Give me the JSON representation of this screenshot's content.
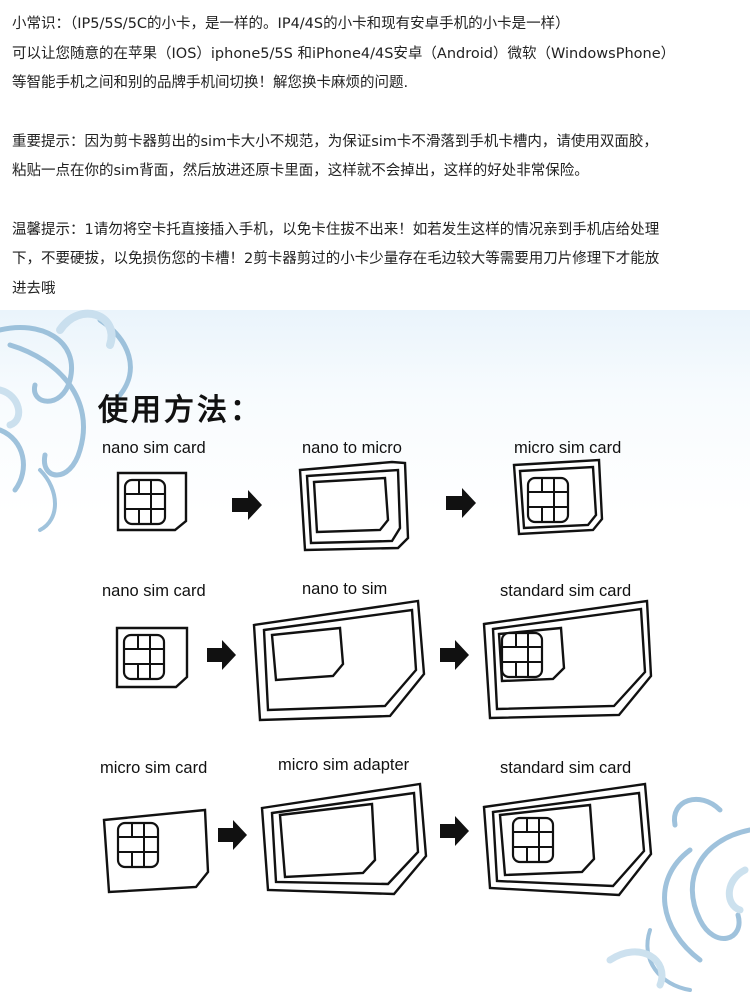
{
  "paragraphs": {
    "tip_1": "小常识：（IP5/5S/5C的小卡，是一样的。IP4/4S的小卡和现有安卓手机的小卡是一样）",
    "tip_2": "可以让您随意的在苹果（IOS）iphone5/5S 和iPhone4/4S安卓（Android）微软（WindowsPhone）",
    "tip_3": "等智能手机之间和别的品牌手机间切换！解您换卡麻烦的问题.",
    "important_1": "重要提示：因为剪卡器剪出的sim卡大小不规范，为保证sim卡不滑落到手机卡槽内，请使用双面胶，",
    "important_2": "粘贴一点在你的sim背面，然后放进还原卡里面，这样就不会掉出，这样的好处非常保险。",
    "warm_1": "温馨提示：1请勿将空卡托直接插入手机，以免卡住拔不出来！如若发生这样的情况亲到手机店给处理",
    "warm_2": "下，不要硬拔，以免损伤您的卡槽！2剪卡器剪过的小卡少量存在毛边较大等需要用刀片修理下才能放",
    "warm_3": "进去哦"
  },
  "usage": {
    "title": "使用方法：",
    "row1": {
      "left": "nano sim card",
      "middle": "nano to micro",
      "right": "micro sim card"
    },
    "row2": {
      "left": "nano sim card",
      "middle": "nano to sim",
      "right": "standard sim card"
    },
    "row3": {
      "left": "micro sim card",
      "middle": "micro sim adapter",
      "right": "standard sim card"
    }
  },
  "icons": [
    "arrow-right-icon",
    "sim-chip-icon",
    "floral-swirl-decoration"
  ],
  "colors": {
    "swirl": "#8fb8d6",
    "swirl_light": "#c4dcec",
    "line": "#1a1a1a"
  }
}
